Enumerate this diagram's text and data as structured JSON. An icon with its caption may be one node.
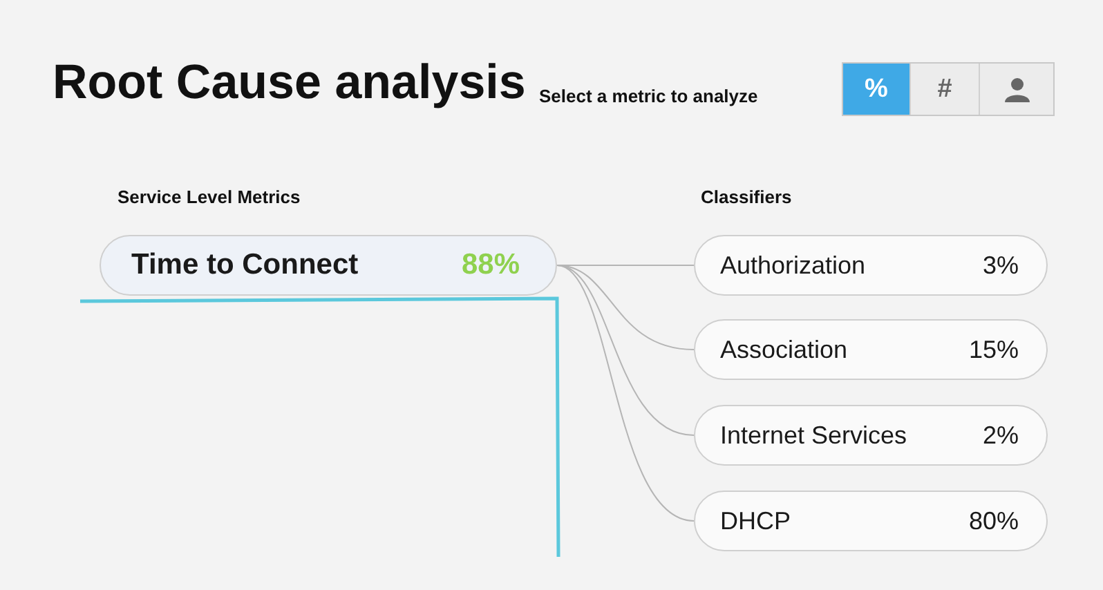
{
  "diagram": {
    "title": "Root Cause analysis",
    "nodes": [
      {
        "text": [
          "Time to Connect",
          "88%"
        ]
      },
      {
        "text": [
          "Authorization",
          "3%"
        ]
      },
      {
        "text": [
          "Association",
          "15%"
        ]
      },
      {
        "text": [
          "Internet Services",
          "2%"
        ]
      },
      {
        "text": [
          "DHCP",
          "80%"
        ]
      }
    ],
    "edges": [
      {
        "from": 0,
        "to": 1,
        "arrow": "none"
      },
      {
        "from": 0,
        "to": 2,
        "arrow": "none"
      },
      {
        "from": 0,
        "to": 3,
        "arrow": "none"
      },
      {
        "from": 0,
        "to": 4,
        "arrow": "none"
      }
    ],
    "labels": [
      "Select a metric to analyze",
      "%",
      "#",
      "Service Level Metrics",
      "Classifiers"
    ]
  }
}
